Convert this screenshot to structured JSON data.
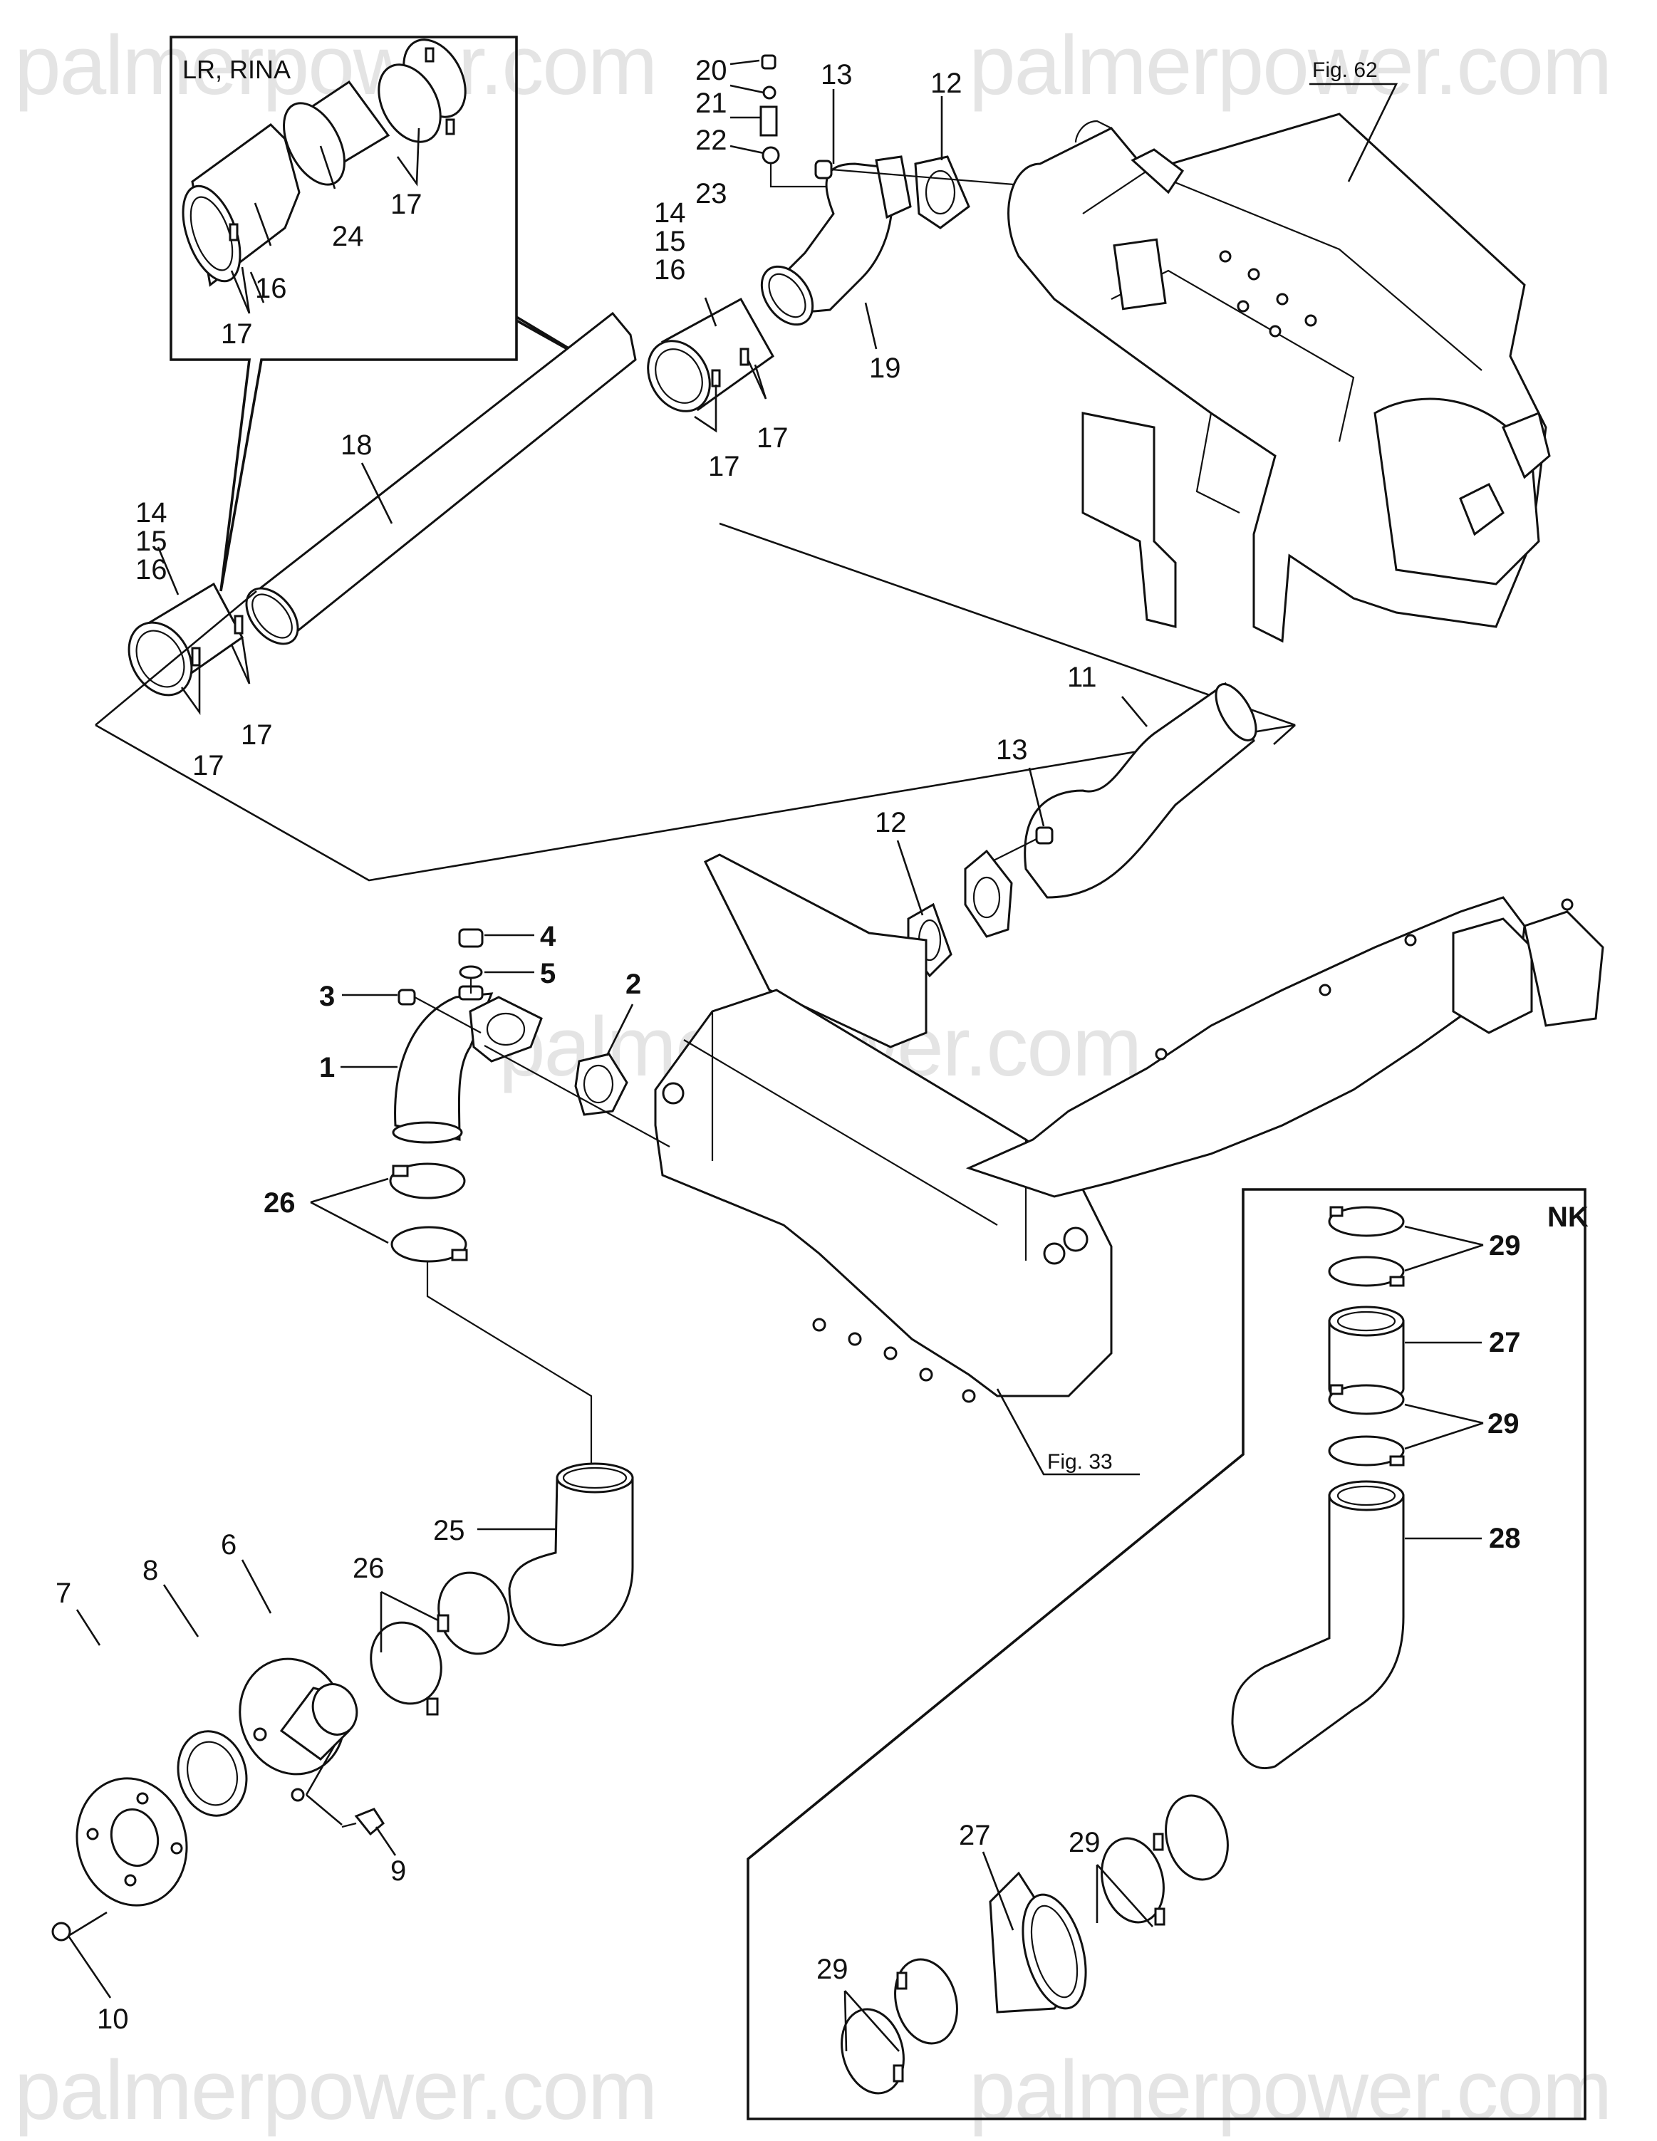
{
  "watermark": {
    "text": "palmerpower.com"
  },
  "references": {
    "fig62": "Fig. 62",
    "fig33": "Fig. 33"
  },
  "inset_boxes": {
    "lr_rina": {
      "title": "LR, RINA"
    },
    "nk": {
      "title": "NK"
    }
  },
  "callouts": {
    "c1": "1",
    "c2": "2",
    "c3": "3",
    "c4": "4",
    "c5": "5",
    "c6": "6",
    "c7": "7",
    "c8": "8",
    "c9": "9",
    "c10": "10",
    "c11": "11",
    "c12_top": "12",
    "c12_mid": "12",
    "c13_top": "13",
    "c13_mid": "13",
    "c14_top": "14",
    "c15_top": "15",
    "c16_top": "16",
    "c14_left": "14",
    "c15_left": "15",
    "c16_left": "16",
    "c16_inset": "16",
    "c17_inset_a": "17",
    "c17_inset_b": "17",
    "c17_top_a": "17",
    "c17_top_b": "17",
    "c17_left_a": "17",
    "c17_left_b": "17",
    "c18": "18",
    "c19": "19",
    "c20": "20",
    "c21": "21",
    "c22": "22",
    "c23": "23",
    "c24": "24",
    "c25": "25",
    "c26_upper": "26",
    "c26_lower": "26",
    "c27_nk_upper": "27",
    "c27_nk_lower": "27",
    "c28": "28",
    "c29_nk_a": "29",
    "c29_nk_b": "29",
    "c29_nk_c": "29",
    "c29_nk_d": "29"
  }
}
